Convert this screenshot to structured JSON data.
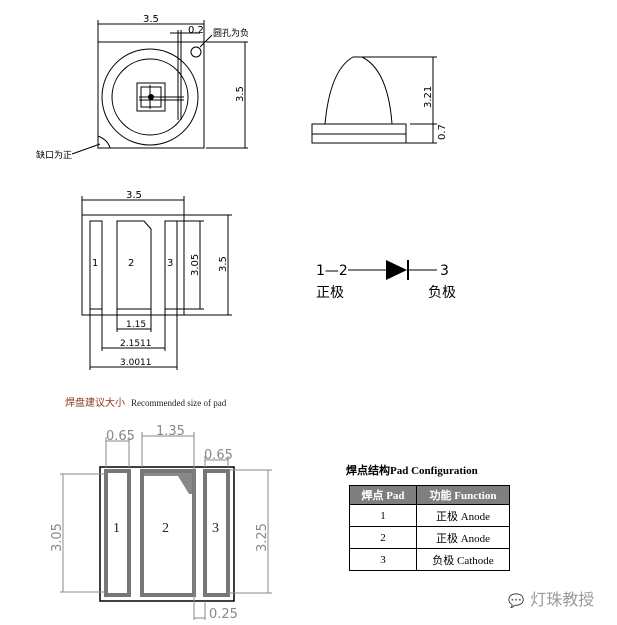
{
  "top_view": {
    "width_dim": "3.5",
    "height_dim": "3.5",
    "offset_dim": "0.2",
    "hole_label": "圆孔为负",
    "notch_label": "缺口为正"
  },
  "side_view": {
    "dome_height_dim": "3.21",
    "base_height_dim": "0.7"
  },
  "pad_layout": {
    "width_dim": "3.5",
    "height_dim": "3.5",
    "pad_height_dim": "3.05",
    "pad2_width_dim": "1.15",
    "inner_span_dim": "2.1511",
    "outer_span_dim": "3.0011",
    "pad_labels": [
      "1",
      "2",
      "3"
    ]
  },
  "schematic": {
    "left_pins": "1—2",
    "right_pin": "3",
    "anode_label": "正极",
    "cathode_label": "负极"
  },
  "recommended": {
    "caption_cn": "焊盘建议大小",
    "caption_en": "Recommended size of pad",
    "pad1_width_dim": "0.65",
    "pad2_width_dim": "1.35",
    "pad3_width_dim": "0.65",
    "left_height_dim": "3.05",
    "right_height_dim": "3.25",
    "gap_dim": "0.25",
    "pad_labels": [
      "1",
      "2",
      "3"
    ]
  },
  "pad_table": {
    "title": "焊点结构Pad Configuration",
    "headers": [
      "焊点 Pad",
      "功能 Function"
    ],
    "rows": [
      [
        "1",
        "正极 Anode"
      ],
      [
        "2",
        "正极 Anode"
      ],
      [
        "3",
        "负极 Cathode"
      ]
    ]
  },
  "watermark": "灯珠教授"
}
